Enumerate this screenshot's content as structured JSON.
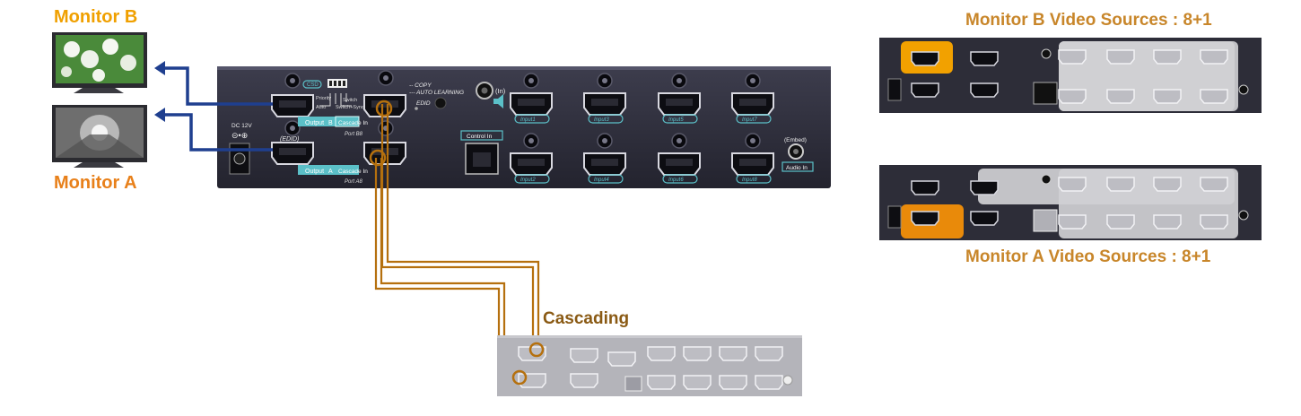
{
  "labels": {
    "monitor_b": "Monitor B",
    "monitor_a": "Monitor A",
    "cascading": "Cascading",
    "monitor_b_sources": "Monitor B Video Sources : 8+1",
    "monitor_a_sources": "Monitor A Video Sources : 8+1"
  },
  "panel": {
    "dc": "DC 12V",
    "dc_sym": "⊝•⊕",
    "csd": "CSD",
    "priority": "Priority",
    "auto": "Auto",
    "switch": "Switch",
    "switch_sync": "Switch+Sync",
    "copy": "-- COPY",
    "auto_learning": "--- AUTO LEARNING",
    "edid": "EDID",
    "edid_port": "(EDID)",
    "output_b": "Output",
    "output_b_letter": "B",
    "cascade_in_b": "Cascade In",
    "port_b": "Port B8",
    "output_a": "Output",
    "output_a_letter": "A",
    "cascade_in_a": "Cascade In",
    "port_a": "Port A8",
    "control_in": "Control In",
    "in": "(In)",
    "embed": "(Embed)",
    "audio_in": "Audio In",
    "input_top": [
      "Input1",
      "Input3",
      "Input5",
      "Input7"
    ],
    "input_bottom": [
      "Input2",
      "Input4",
      "Input6",
      "Input8"
    ]
  },
  "colors": {
    "navy_arrow": "#1f3f8f",
    "brown_cable": "#b5700e",
    "highlight": "#f2a100",
    "body": "#303040",
    "title_orange": "#f0a000"
  },
  "icons": [
    "tv-icon",
    "hdmi-port-icon",
    "rj45-port-icon",
    "audio-jack-icon",
    "dc-jack-icon",
    "arrow-icon"
  ]
}
